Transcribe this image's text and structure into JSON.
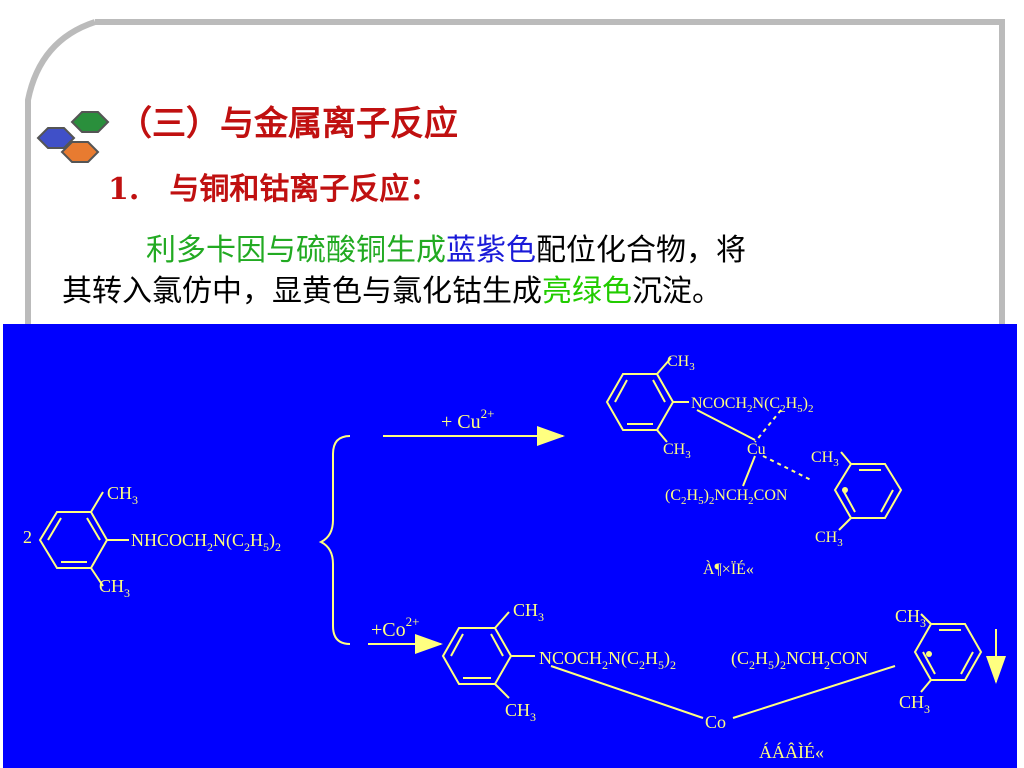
{
  "title": "（三）与金属离子反应",
  "subtitle": "1.　与铜和钴离子反应：",
  "paragraph": {
    "seg1": "利多卡因与硫酸铜生成",
    "seg2": "蓝紫色",
    "seg3": "配位化合物，将",
    "seg4": "其转入氯仿中，显黄色与氯化钴生成",
    "seg5": "亮绿色",
    "seg6": "沉淀。"
  },
  "colors": {
    "title_red": "#c01010",
    "lidocaine_green": "#22aa22",
    "blue_violet_term": "#1a1ad8",
    "bright_green_term": "#22cc00",
    "diagram_bg": "#0000ff",
    "diagram_ink": "#ffff80"
  },
  "icons": [
    "hexagon-cluster-icon",
    "down-arrow-icon"
  ],
  "diagram": {
    "coeff": "2",
    "ch3": "CH",
    "sub3": "3",
    "sub2": "2",
    "sub5": "5",
    "nh_chain_a": "NHCOCH",
    "n_c": "N(C",
    "h": "H",
    "close_paren": ")",
    "plus_cu": "+  Cu",
    "cu_charge": "2+",
    "plus_co": "+Co",
    "co_charge": "2+",
    "ncoch": "NCOCH",
    "open_c": "(C",
    "nch": "NCH",
    "con": "CON",
    "cu": "Cu",
    "co": "Co",
    "garbled1": "À¶×ÏÉ«",
    "garbled2": "ÁÁÂÌÉ«"
  }
}
